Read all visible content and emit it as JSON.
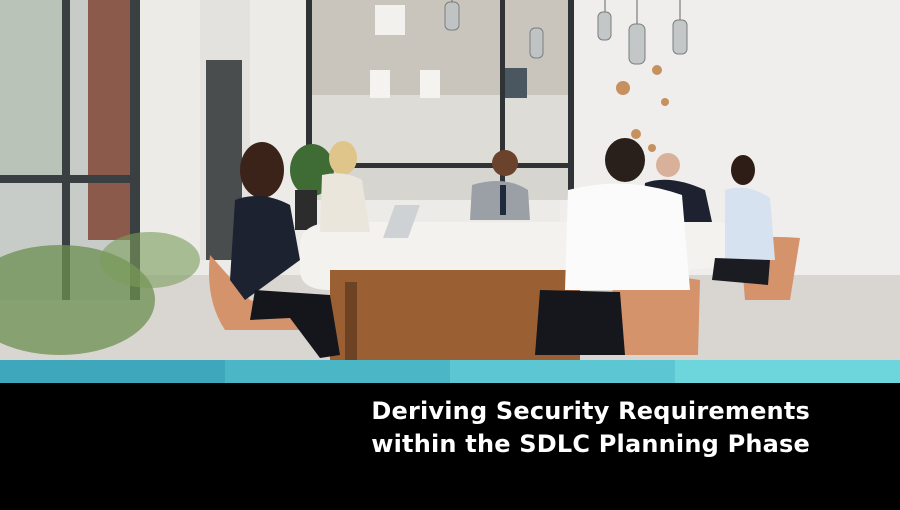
{
  "photo": {
    "alt_icon": "meeting-room-photo"
  },
  "stripe": {
    "colors": [
      "#3fa7bb",
      "#4ab6c6",
      "#5cc6d2",
      "#6dd6dc"
    ]
  },
  "title": {
    "line1": "Deriving Security Requirements",
    "line2": "within the SDLC Planning Phase"
  }
}
